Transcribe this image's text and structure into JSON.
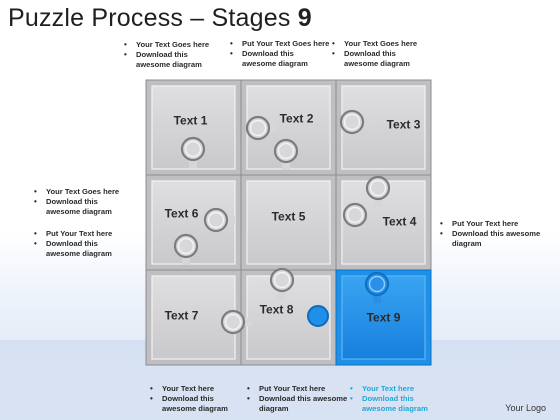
{
  "title": {
    "main": "Puzzle Process",
    "dash": "–",
    "sub": "Stages",
    "num": "9"
  },
  "pieces": [
    "Text 1",
    "Text 2",
    "Text 3",
    "Text 4",
    "Text 5",
    "Text 6",
    "Text 7",
    "Text 8",
    "Text 9"
  ],
  "highlight_piece": "Text 9",
  "colors": {
    "tile": "#d3d3d5",
    "tile_edge": "#8d8d92",
    "highlight": "#1e90e8",
    "accent_text": "#22a6d8"
  },
  "notes": {
    "top_1": [
      "Your Text Goes here",
      "Download this awesome diagram"
    ],
    "top_2": [
      "Put Your Text Goes here",
      "Download this awesome diagram"
    ],
    "top_3": [
      "Your Text Goes here",
      "Download this awesome diagram"
    ],
    "left_1": [
      "Your Text Goes here",
      "Download this awesome diagram"
    ],
    "left_2": [
      "Put Your Text  here",
      "Download this awesome diagram"
    ],
    "right_1": [
      "Put Your Text  here",
      "Download this awesome diagram"
    ],
    "bottom_1": [
      "Your Text  here",
      "Download this awesome diagram"
    ],
    "bottom_2": [
      "Put Your Text  here",
      "Download this awesome diagram"
    ],
    "bottom_3": [
      "Your Text  here",
      "Download this awesome diagram"
    ]
  },
  "logo": "Your Logo"
}
